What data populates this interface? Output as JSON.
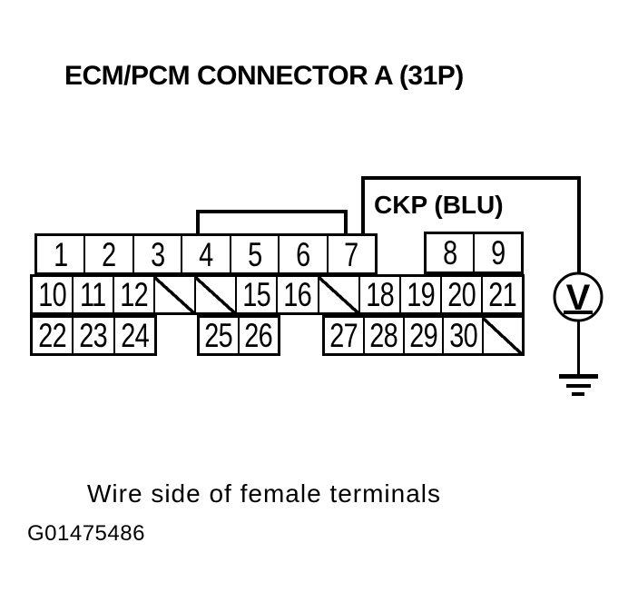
{
  "title": "ECM/PCM CONNECTOR A (31P)",
  "wire": {
    "label": "CKP (BLU)"
  },
  "connector": {
    "row1_main": [
      {
        "pin": "1"
      },
      {
        "pin": "2"
      },
      {
        "pin": "3"
      },
      {
        "pin": "4"
      },
      {
        "pin": "5"
      },
      {
        "pin": "6"
      },
      {
        "pin": "7"
      }
    ],
    "row1_right": [
      {
        "pin": "8"
      },
      {
        "pin": "9"
      }
    ],
    "row2": [
      {
        "pin": "10"
      },
      {
        "pin": "11"
      },
      {
        "pin": "12"
      },
      {
        "slashed": true
      },
      {
        "slashed": true
      },
      {
        "pin": "15"
      },
      {
        "pin": "16"
      },
      {
        "slashed": true
      },
      {
        "pin": "18"
      },
      {
        "pin": "19"
      },
      {
        "pin": "20"
      },
      {
        "pin": "21"
      }
    ],
    "row3_left": [
      {
        "pin": "22"
      },
      {
        "pin": "23"
      },
      {
        "pin": "24"
      }
    ],
    "row3_mid": [
      {
        "pin": "25"
      },
      {
        "pin": "26"
      }
    ],
    "row3_right": [
      {
        "pin": "27"
      },
      {
        "pin": "28"
      },
      {
        "pin": "29"
      },
      {
        "pin": "30"
      },
      {
        "slashed": true
      }
    ]
  },
  "meter": {
    "symbol": "V"
  },
  "caption": "Wire side of female terminals",
  "figure_id": "G01475486",
  "colors": {
    "ink": "#000000",
    "background": "#ffffff"
  }
}
